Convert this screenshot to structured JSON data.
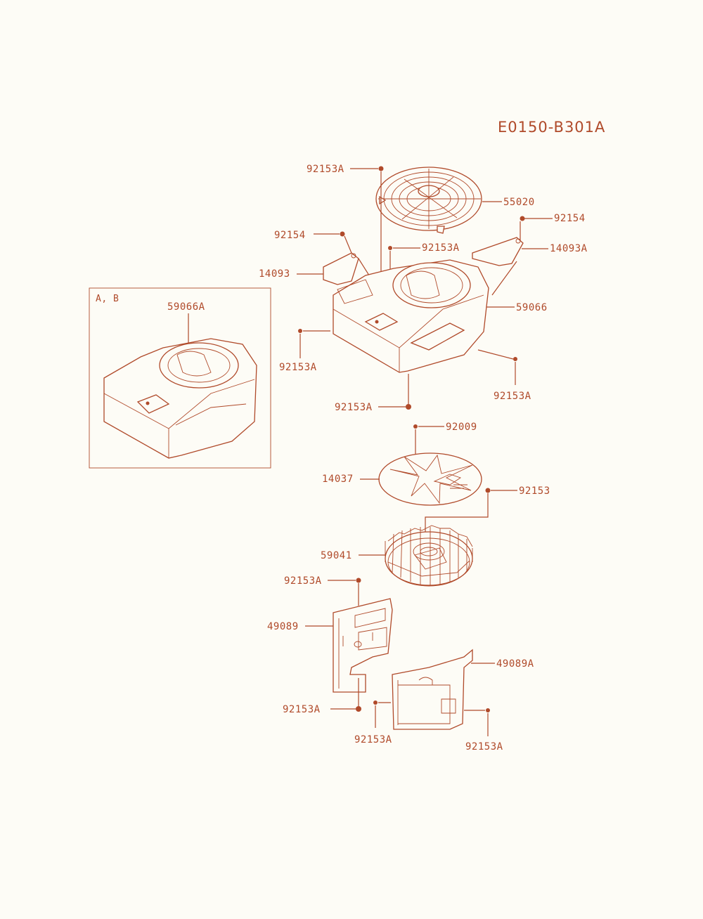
{
  "diagram": {
    "code": "E0150-B301A",
    "inset_title": "A, B",
    "labels": {
      "p92153A_top": "92153A",
      "p55020": "55020",
      "p92154_right": "92154",
      "p92154_left": "92154",
      "p92153A_mid": "92153A",
      "p14093A": "14093A",
      "p14093": "14093",
      "p59066": "59066",
      "p59066A": "59066A",
      "p92153A_left": "92153A",
      "p92153A_right": "92153A",
      "p92153A_bottom": "92153A",
      "p92009": "92009",
      "p14037": "14037",
      "p92153": "92153",
      "p59041": "59041",
      "p92153A_plate": "92153A",
      "p49089": "49089",
      "p49089A": "49089A",
      "p92153A_low1": "92153A",
      "p92153A_low2": "92153A",
      "p92153A_low3": "92153A"
    },
    "colors": {
      "ink": "#b04a2a",
      "background": "#fdfcf6"
    }
  }
}
